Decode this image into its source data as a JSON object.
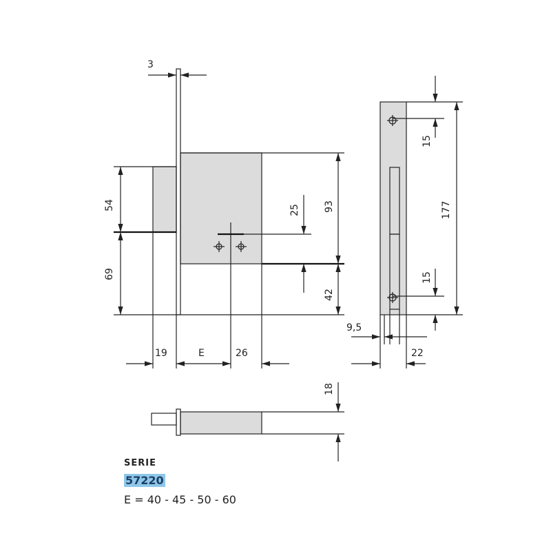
{
  "dimensions": {
    "plate_thickness": "3",
    "upper_height": "54",
    "lower_height": "69",
    "key_offset": "25",
    "case_height": "93",
    "case_bottom": "42",
    "faceplate_offset": "19",
    "backset": "E",
    "case_depth": "26",
    "strike_hole_top": "15",
    "strike_hole_bottom": "15",
    "strike_length": "177",
    "strike_offset": "9,5",
    "strike_width": "22",
    "bolt_thickness": "18"
  },
  "caption": {
    "serie_label": "SERIE",
    "code": "57220",
    "e_values": "E = 40 - 45 - 50 - 60"
  }
}
